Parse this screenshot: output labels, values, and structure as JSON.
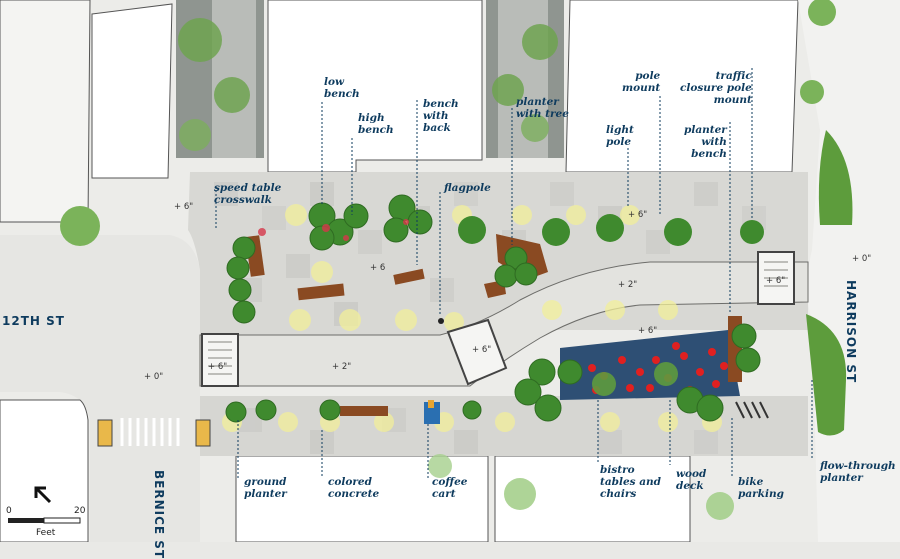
{
  "streets": {
    "twelfth": "12TH ST",
    "harrison": "HARRISON ST",
    "bernice": "BERNICE ST"
  },
  "labels": {
    "low_bench": "low\nbench",
    "high_bench": "high\nbench",
    "bench_with_back": "bench\nwith\nback",
    "planter_with_tree": "planter\nwith tree",
    "pole_mount": "pole\nmount",
    "light_pole": "light\npole",
    "traffic_closure": "traffic\nclosure pole\nmount",
    "planter_with_bench": "planter\nwith\nbench",
    "speed_table": "speed table\ncrosswalk",
    "flagpole": "flagpole",
    "ground_planter": "ground\nplanter",
    "colored_concrete": "colored\nconcrete",
    "coffee_cart": "coffee\ncart",
    "bistro": "bistro\ntables and\nchairs",
    "wood_deck": "wood\ndeck",
    "bike_parking": "bike\nparking",
    "flow_through": "flow-through\nplanter"
  },
  "elevations": {
    "e1": "+ 6\"",
    "e2": "+ 6",
    "e3": "+ 6\"",
    "e4": "+ 0\"",
    "e5": "+ 6\"",
    "e6": "+ 2\"",
    "e7": "+ 6\"",
    "e8": "+ 6\"",
    "e9": "+ 2\"",
    "e10": "+ 6\"",
    "e11": "+ 0\""
  },
  "scale": {
    "zero": "0",
    "max": "20",
    "unit": "Feet"
  },
  "colors": {
    "ink": "#0e3b5e",
    "plaza": "#d9d9d5",
    "planter_green": "#3f8a2e",
    "wood": "#8a4a22",
    "deck": "#2e4f74",
    "chair": "#e02020"
  }
}
